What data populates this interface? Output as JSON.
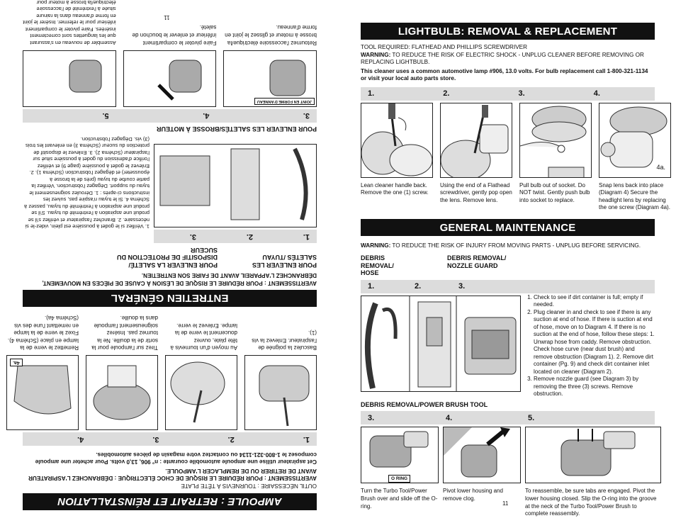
{
  "right": {
    "header_bar": "",
    "lightbulb": {
      "title": "LIGHTBULB: REMOVAL & REPLACEMENT",
      "tools": "TOOL REQUIRED: FLATHEAD AND PHILLIPS SCREWDRIVER",
      "warning_label": "WARNING:",
      "warning_text": " TO REDUCE THE RISK OF ELECTRIC SHOCK - UNPLUG CLEANER BEFORE REMOVING OR REPLACING LIGHTBULB.",
      "lamp_note": "This cleaner uses a common automotive lamp #906, 13.0 volts. For bulb replacement call 1-800-321-1134 or visit your local auto parts store.",
      "steps": [
        {
          "n": "1.",
          "caption": "Lean cleaner handle back. Remove the one (1) screw."
        },
        {
          "n": "2.",
          "caption": "Using the end of a Flathead screwdriver, gently pop open the lens. Remove lens."
        },
        {
          "n": "3.",
          "caption": "Pull bulb out of socket. Do NOT twist. Gently push bulb into socket to replace."
        },
        {
          "n": "4.",
          "caption": "Snap lens back into place (Diagram 4) Secure the headlight lens by replacing the one screw (Diagram 4a)."
        }
      ],
      "diagram_4a": "4a."
    },
    "maintenance": {
      "title": "GENERAL MAINTENANCE",
      "warning_label": "WARNING:",
      "warning_text": " TO REDUCE THE RISK OF INJURY FROM MOVING PARTS - UNPLUG BEFORE SERVICING.",
      "sub_hose": "DEBRIS REMOVAL/ HOSE",
      "sub_nozzle": "DEBRIS REMOVAL/ NOZZLE GUARD",
      "hose_steps": [
        "1.",
        "2.",
        "3."
      ],
      "instructions": [
        "Check to see if dirt container is full; empty if needed.",
        "Plug cleaner in and check to see if there is any suction at end of hose. If there is suction at end of hose, move on to Diagram 4. If there is no suction at the end of hose, follow these steps: 1. Unwrap hose from caddy. Remove obstruction. Check hose curve (near dust brush) and remove obstruction (Diagram 1). 2. Remove dirt container (Pg. 9) and check dirt container inlet located on cleaner (Diagram 2).",
        "Remove nozzle guard (see Diagram 3) by removing the three (3) screws. Remove obstruction."
      ],
      "sub_power_brush": "DEBRIS REMOVAL/POWER BRUSH TOOL",
      "brush_steps": [
        {
          "n": "3.",
          "caption": "Turn the Turbo Tool/Power Brush over and slide off the O-ring."
        },
        {
          "n": "4.",
          "caption": "Pivot lower housing and remove clog."
        },
        {
          "n": "5.",
          "caption": "To reassemble, be sure tabs are engaged. Pivot the lower housing closed. Slip the O-ring into the groove at the neck of the Turbo Tool/Power Brush to complete reassembly."
        }
      ],
      "o_ring_label": "O RING"
    },
    "page_number": "11"
  },
  "left_rotated": {
    "page_number": "11",
    "bulb_title": "AMPOULE : RETRAIT ET RÉINSTALLATION",
    "bulb_tools": "OUTIL NÉCESSAIRE : TOURNEVIS À TÊTE PLATE",
    "bulb_warning": "AVERTISSEMENT : POUR RÉDUIRE LE RISQUE DE CHOC ÉLECTRIQUE : DÉBRANCHEZ L'ASPIRATEUR AVANT DE RETIRER OU DE REMPLACER L'AMPOULE.",
    "bulb_note": "Cet aspirateur utilise une ampoule automobile courante : n° 906, 13,0 volts. Pour acheter une ampoule composez le 1-800-321-1134 ou contactez votre magasin de pièces automobiles.",
    "bulb_steps": [
      {
        "n": "1.",
        "caption": "Basculez la poignée de l'aspirateur. Enlevez la vis (1)."
      },
      {
        "n": "2.",
        "caption": "Au moyen d'un tournevis à tête plate, ouvrez doucement le verre de la lampe. Enlevez le verre."
      },
      {
        "n": "3.",
        "caption": "Tirez sur l'ampoule pour la sortir de la douille. Ne la tournez pas. Insérez soigneusement l'ampoule dans la douille."
      },
      {
        "n": "4.",
        "caption": "Remettez le verre de la lampe en place (Schéma 4). Fixez le verre de la lampe en remettant l'une des vis (Schéma 4a)."
      }
    ],
    "diagram_4a": "4a.",
    "maint_title": "ENTRETIEN GÉNÉRAL",
    "maint_warning": "AVERTISSEMENT : POUR RÉDUIRE LE RISQUE DE LÉSION À CAUSE DE PIÈCES EN MOUVEMENT, DÉBRANCHEZ L'APPAREIL AVANT DE FAIRE SON ENTRETIEN.",
    "sub_hose": "POUR ENLEVER LES SALETÉS /TUYAU",
    "sub_guard": "POUR ENLEVER LA SALETÉ/ DISPOSITIF DE PROTECTION DU SUCEUR",
    "hose_steps": [
      "1.",
      "2.",
      "3."
    ],
    "hose_text": "1. Vérifiez si le godet à poussière est plein, videz-le si nécessaire. 2. Branchez l'aspirateur et vérifiez s'il se produit une aspiration à l'extrémité du tuyau. S'il se produit une aspiration à l'extrémité du tuyau, passez à Schéma 4. Si le tuyau n'aspire pas, suivez les instructions ci-après : 1. Déroulez soigneusement le tuyau du support. Dégagez l'obstruction. Vérifiez la partie courbe du tuyau (près de la brosse à épousseter) et dégagez l'obstruction (Schéma 1). 2. Enlevez le godet à poussière (page 9) et vérifiez l'orifice d'admission du godet à poussière situé sur l'aspirateur (Schéma 2). 3. Enlevez le dispositif de protection du suceur (Schéma 3) en enlevant les trois (3) vis. Dégagez l'obstruction.",
    "sub_brush": "POUR ENLEVER LES SALETÉS/BROSSE À MOTEUR",
    "brush_steps": [
      {
        "n": "3.",
        "caption": "Retournez l'accessoire électrique/la brosse à moteur et glissez le joint en forme d'anneau."
      },
      {
        "n": "4.",
        "caption": "Faire pivoter le compartiment inférieur et enlever le bouchon de saleté."
      },
      {
        "n": "5.",
        "caption": "Assembler de nouveau en s'assurant que les languettes sont correctement insérées. Faire pivoter le compartiment inférieur pour le refermer. Insérer le joint en forme d'anneau dans la rainure située à l'extrémité de l'accessoire électrique/la brosse à moteur pour terminer le réassemblage."
      }
    ],
    "o_ring_label": "JOINT EN FORME D'ANNEAU"
  }
}
